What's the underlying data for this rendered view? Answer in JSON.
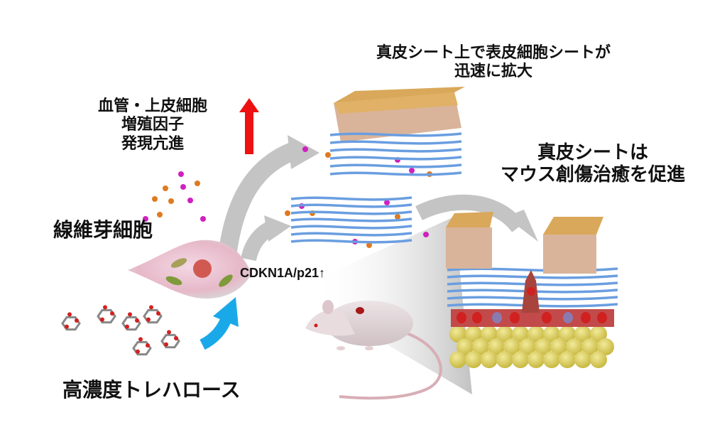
{
  "labels": {
    "epidermis_expand": [
      "真皮シート上で表皮細胞シートが",
      "迅速に拡大"
    ],
    "growth_factors": [
      "血管・上皮細胞",
      "増殖因子",
      "発現亢進"
    ],
    "dermal_healing": [
      "真皮シートは",
      "マウス創傷治癒を促進"
    ],
    "fibroblast": "線維芽細胞",
    "gene": "CDKN1A/p21↑",
    "trehalose": "高濃度トレハロース"
  },
  "icons": {
    "up_arrow": "red-up-arrow",
    "trehalose_arrow": "blue-curved-arrow"
  },
  "colors": {
    "red_arrow": "#ee1111",
    "blue_arrow": "#1aa9e8",
    "gray_arrow": "#c4c4c4",
    "epidermis_top": "#d9a85a",
    "epidermis_cells": "#d9b49a",
    "collagen_fiber": "#6a9ee0",
    "fat_cells": "#d8cb55",
    "vessel": "#c24a4a",
    "factor_orange": "#e07a20",
    "factor_magenta": "#d020c0"
  }
}
